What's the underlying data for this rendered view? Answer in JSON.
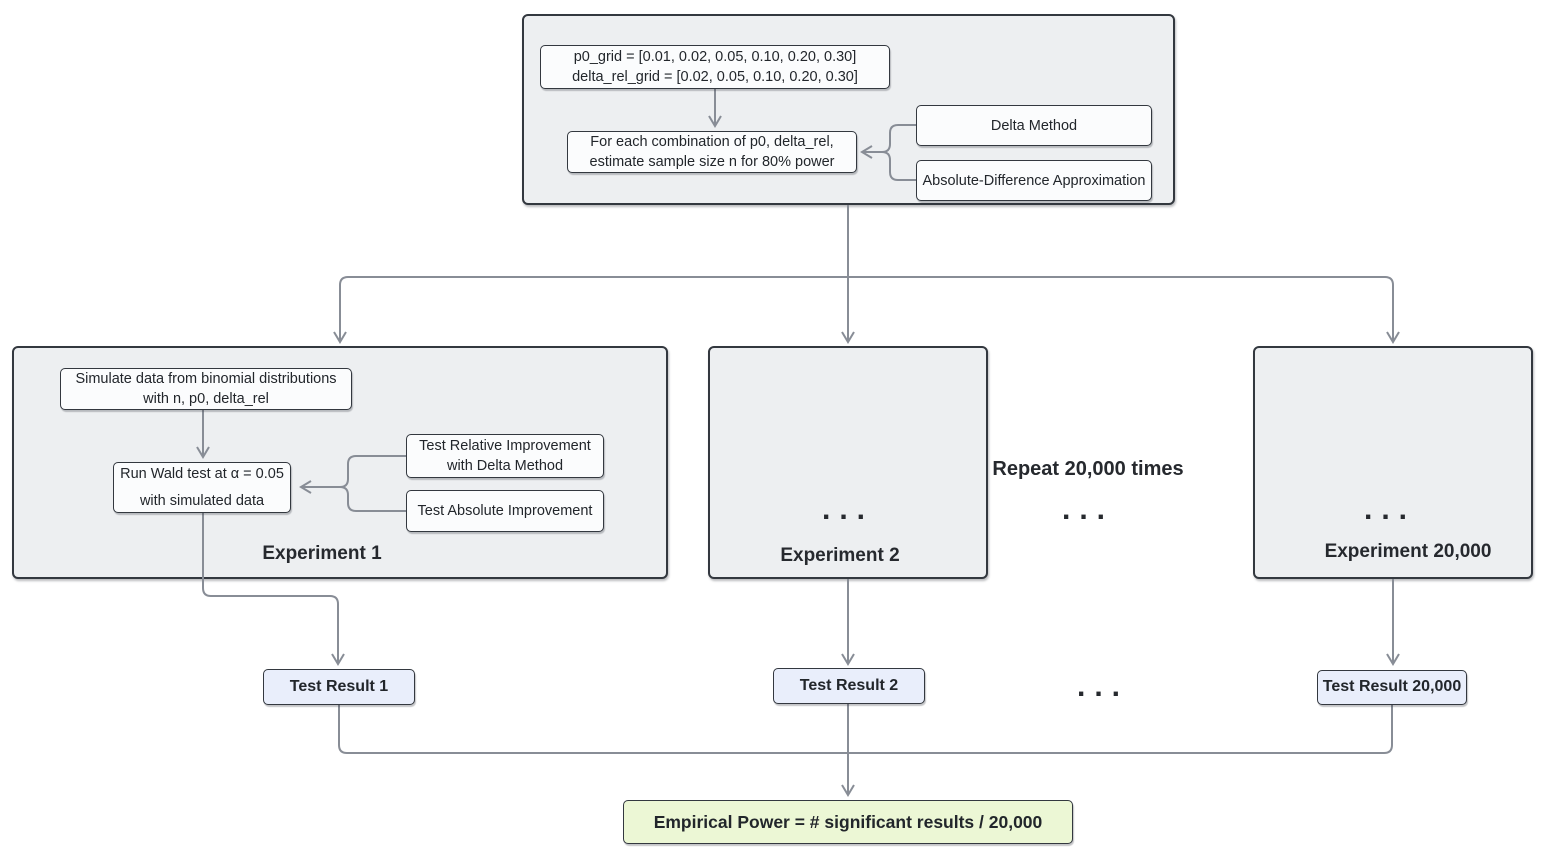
{
  "colors": {
    "cluster-fill": "#edeff1",
    "node-fill": "#fbfcfd",
    "result-fill": "#e9eefb",
    "power-fill": "#ecf7d5",
    "border": "#33383f",
    "line": "#888d96",
    "text": "#22262b"
  },
  "setup": {
    "param_box": {
      "line1": "p0_grid = [0.01, 0.02, 0.05, 0.10, 0.20, 0.30]",
      "line2": "delta_rel_grid = [0.02, 0.05, 0.10, 0.20, 0.30]"
    },
    "estimate_box": {
      "line1": "For each combination of p0, delta_rel,",
      "line2": "estimate sample size n for 80% power"
    },
    "method_delta": "Delta Method",
    "method_absolute": "Absolute-Difference Approximation"
  },
  "experiment1": {
    "simulate_box": {
      "line1": "Simulate data from binomial distributions",
      "line2": "with n, p0, delta_rel"
    },
    "wald_box": {
      "line1": "Run Wald test at α = 0.05",
      "line2": "with simulated data"
    },
    "test_relative": {
      "line1": "Test Relative Improvement",
      "line2": "with Delta Method"
    },
    "test_absolute": "Test Absolute Improvement",
    "label": "Experiment 1"
  },
  "experiment2": {
    "ellipsis": "...",
    "label": "Experiment 2"
  },
  "experiment_last": {
    "ellipsis": "...",
    "label": "Experiment 20,000"
  },
  "repeat": {
    "label": "Repeat 20,000 times",
    "ellipsis": "..."
  },
  "results": {
    "first": "Test Result 1",
    "second": "Test Result 2",
    "ellipsis": "...",
    "last": "Test Result 20,000"
  },
  "output": {
    "label": "Empirical Power = # significant results / 20,000"
  }
}
